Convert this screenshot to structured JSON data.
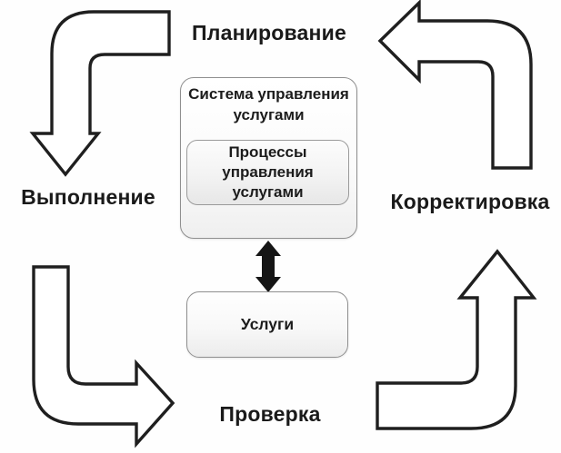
{
  "diagram": {
    "type": "cycle",
    "cycle": {
      "top": "Планирование",
      "left": "Выполнение",
      "right": "Корректировка",
      "bottom": "Проверка"
    },
    "arrows": [
      {
        "position": "top-left",
        "direction": "down",
        "from": "Планирование",
        "to": "Выполнение"
      },
      {
        "position": "bottom-left",
        "direction": "right",
        "from": "Выполнение",
        "to": "Проверка"
      },
      {
        "position": "bottom-right",
        "direction": "up",
        "from": "Проверка",
        "to": "Корректировка"
      },
      {
        "position": "top-right",
        "direction": "left",
        "from": "Корректировка",
        "to": "Планирование"
      }
    ],
    "center": {
      "system_box_title": "Система управления услугами",
      "process_box_label": "Процессы управления услугами",
      "services_box_label": "Услуги",
      "connector": "bidirectional vertical arrow between system box and services box"
    },
    "colors": {
      "background": "#fefefe",
      "text": "#1a1a1a",
      "arrow_outline": "#1f1f1f",
      "arrow_fill": "#ffffff",
      "box_border": "#8f8f8f",
      "connector_fill": "#151515"
    }
  }
}
